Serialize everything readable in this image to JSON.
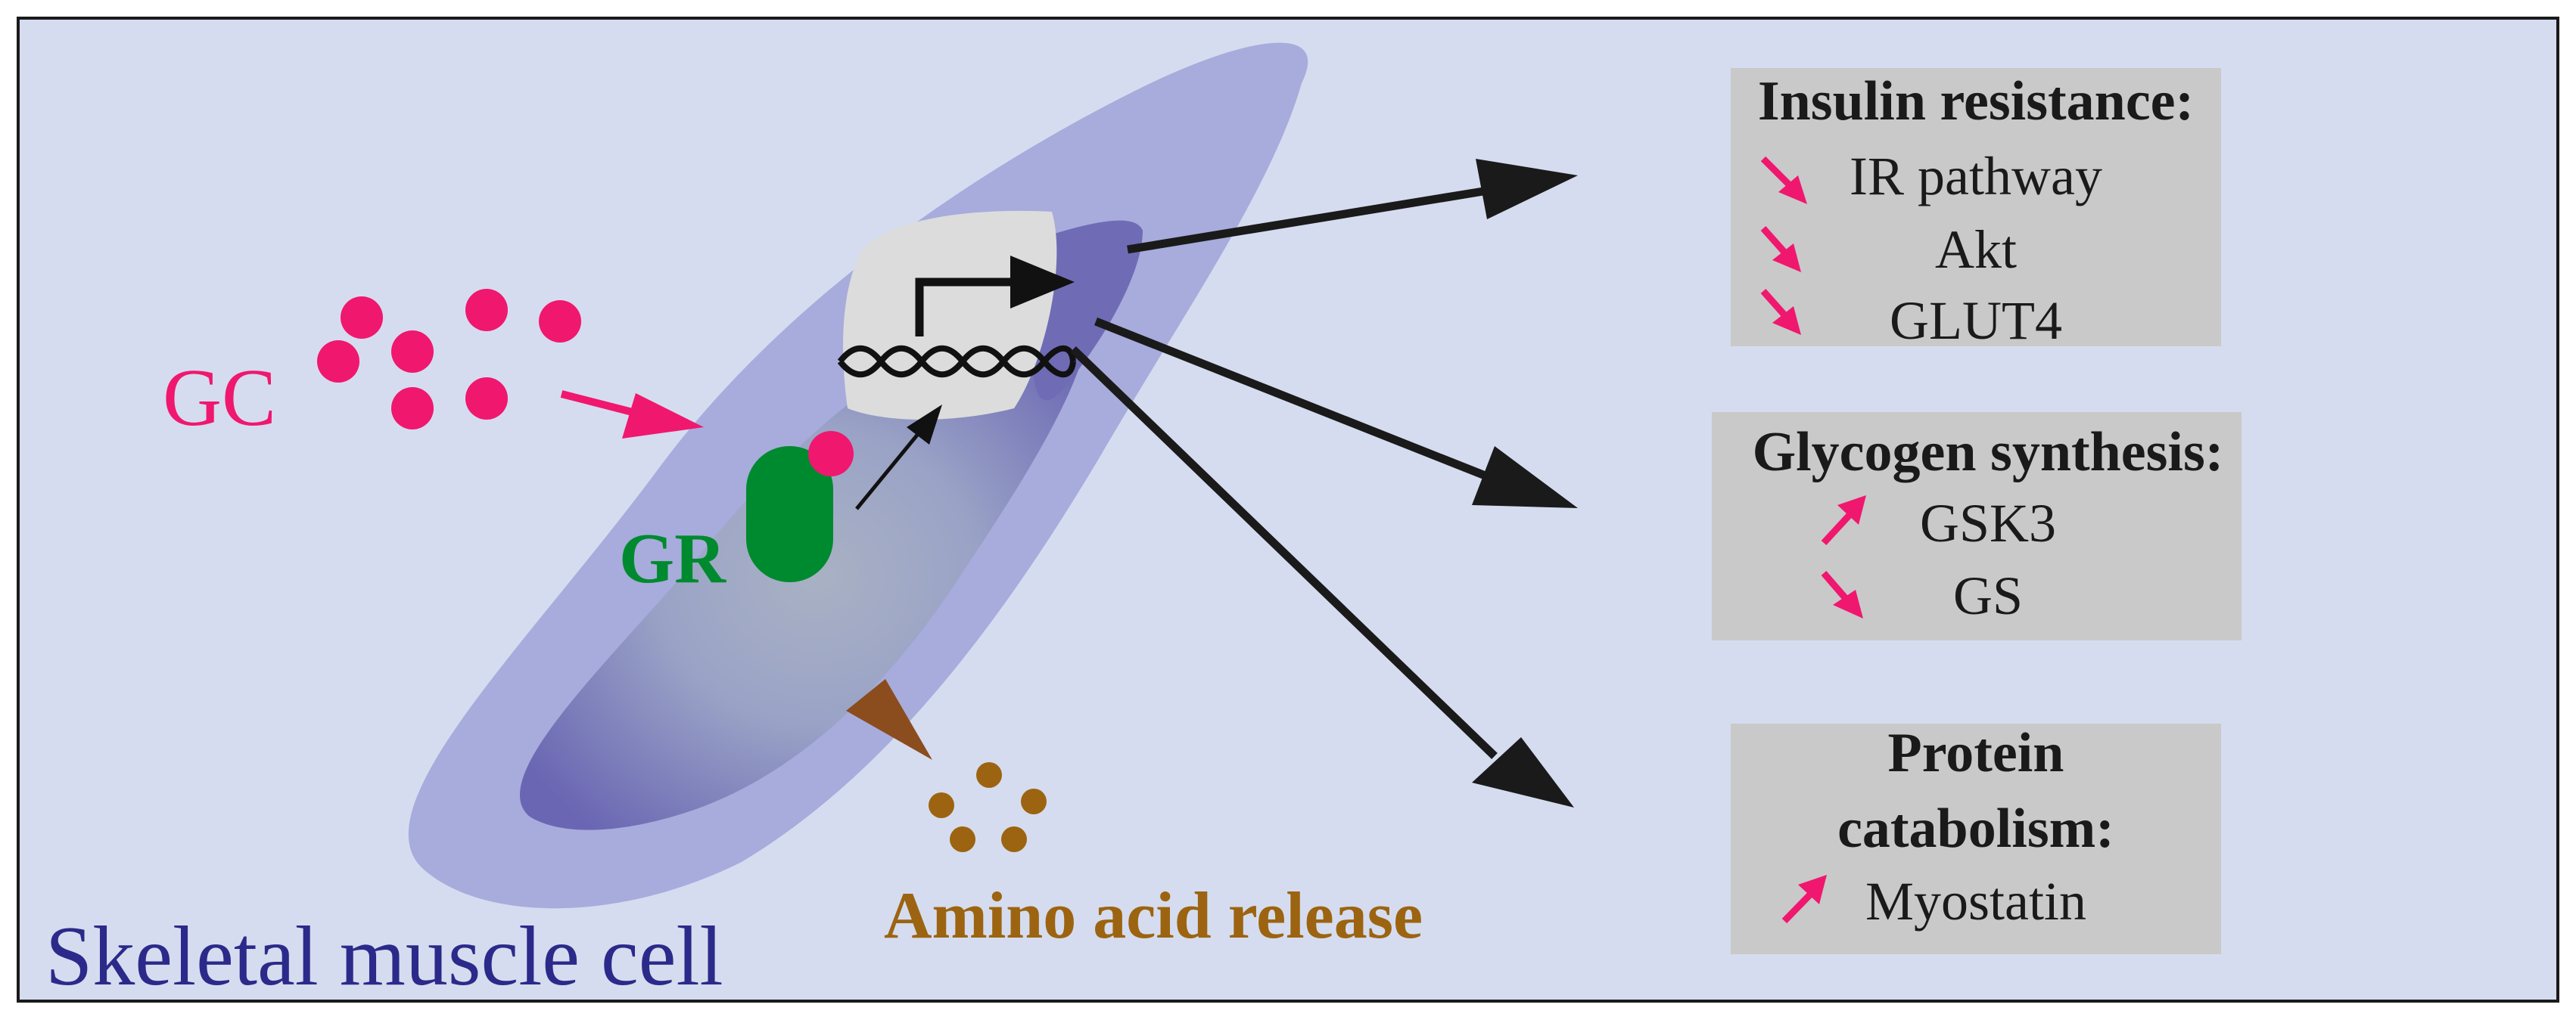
{
  "labels": {
    "gc": "GC",
    "gr": "GR",
    "cell": "Skeletal muscle cell",
    "amino": "Amino acid release"
  },
  "boxes": [
    {
      "title_lines": [
        "Insulin resistance:"
      ],
      "items": [
        {
          "text": "IR pathway",
          "direction": "down"
        },
        {
          "text": "Akt",
          "direction": "down"
        },
        {
          "text": "GLUT4",
          "direction": "down"
        }
      ]
    },
    {
      "title_lines": [
        "Glycogen synthesis:"
      ],
      "items": [
        {
          "text": "GSK3",
          "direction": "up"
        },
        {
          "text": "GS",
          "direction": "down"
        }
      ]
    },
    {
      "title_lines": [
        "Protein",
        "catabolism:"
      ],
      "items": [
        {
          "text": "Myostatin",
          "direction": "up"
        }
      ]
    }
  ],
  "colors": {
    "background": "#d5dcef",
    "cell_outer": "#a7acdc",
    "cell_inner": "#6f6cb5",
    "nucleus": "#dcdcdc",
    "box_fill": "#c9c9c9",
    "gc_pink": "#f0176e",
    "gr_green": "#008a2f",
    "amino_brown": "#9c6410",
    "cell_label": "#2b2a8a",
    "arrow_black": "#1a1a1a"
  }
}
